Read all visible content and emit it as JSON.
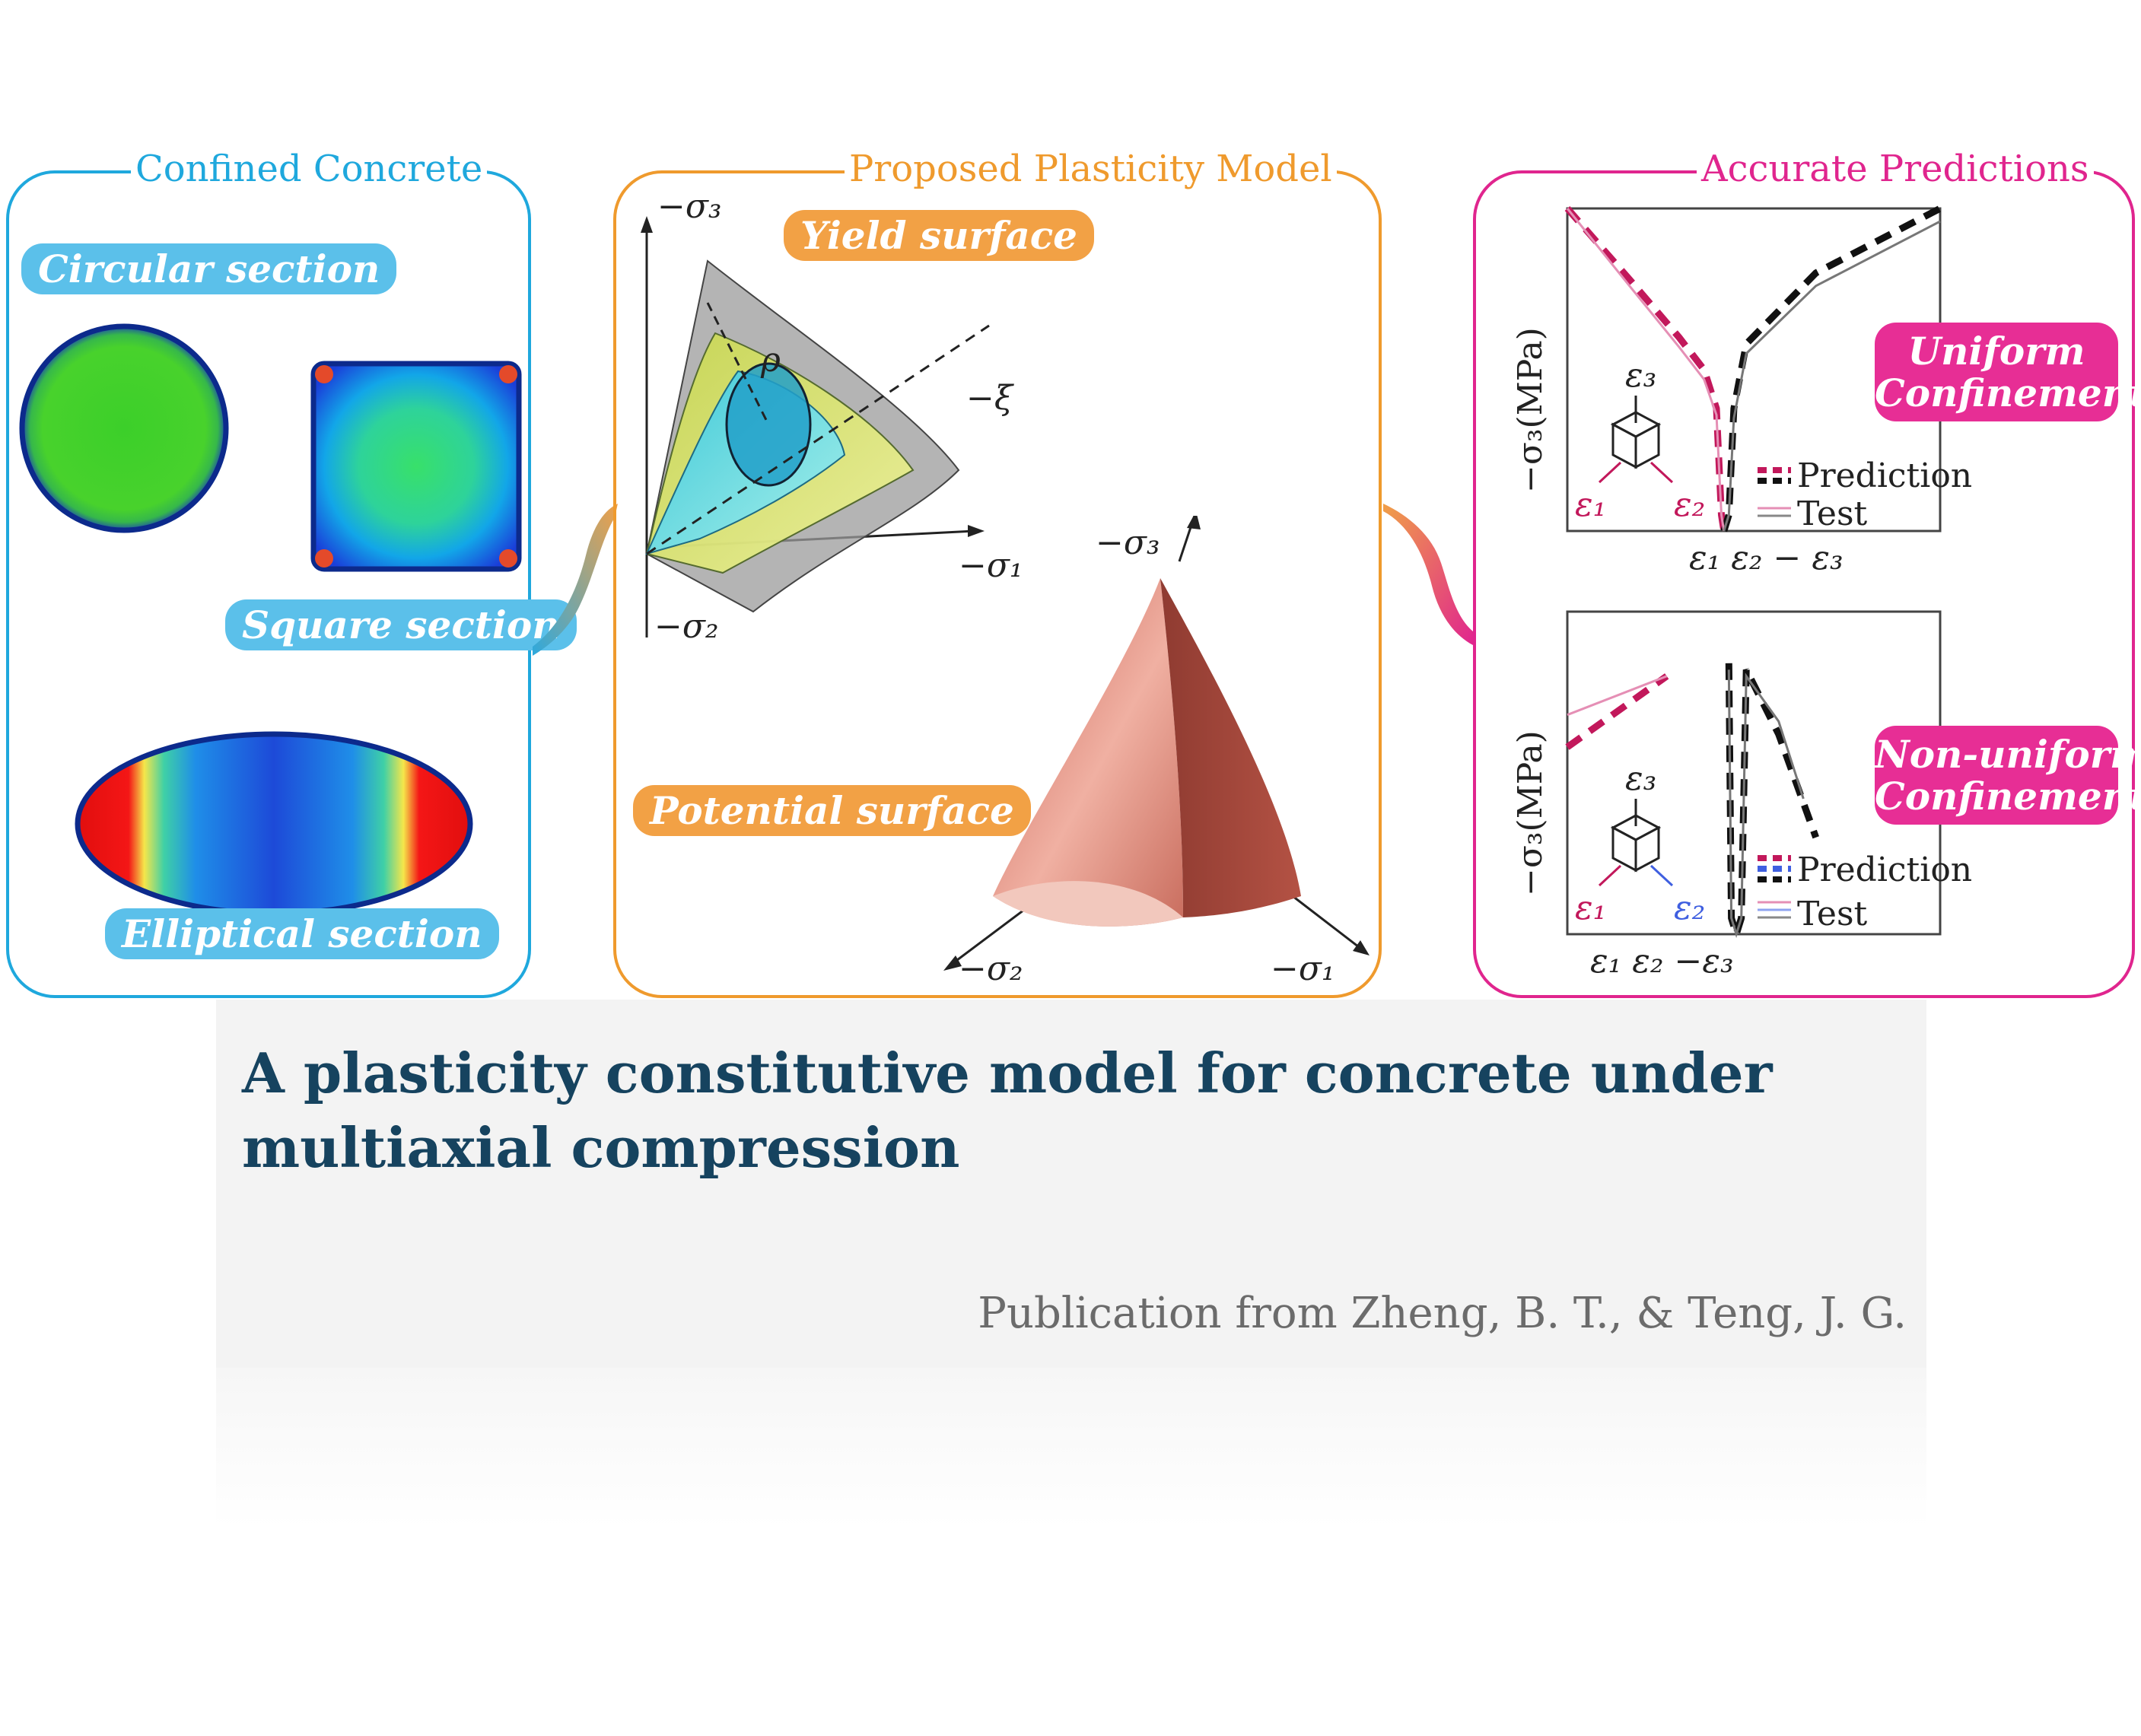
{
  "panels": {
    "left": {
      "title": "Confined Concrete",
      "labels": {
        "circular": "Circular section",
        "square": "Square section",
        "elliptical": "Elliptical section"
      }
    },
    "middle": {
      "title": "Proposed Plasticity Model",
      "labels": {
        "yield": "Yield surface",
        "potential": "Potential surface"
      },
      "axes": {
        "sigma3": "−σ₃",
        "sigma1": "−σ₁",
        "sigma2": "−σ₂",
        "xi": "−ξ",
        "rho": "ρ"
      }
    },
    "right": {
      "title": "Accurate Predictions",
      "badges": {
        "uniform": [
          "Uniform",
          "Confinement"
        ],
        "nonuniform": [
          "Non-uniform",
          "Confinement"
        ]
      },
      "legend": {
        "prediction": "Prediction",
        "test": "Test"
      }
    }
  },
  "chart_data": [
    {
      "type": "line",
      "ylabel": "−σ₃(MPa)",
      "xlabel": "ε₁  ε₂   −   ε₃",
      "series": [
        {
          "name": "Prediction",
          "values": [
            [
              -1.0,
              1.0
            ],
            [
              -0.75,
              0.78
            ],
            [
              -0.55,
              0.6
            ],
            [
              -0.45,
              0.5
            ],
            [
              -0.4,
              0.38
            ],
            [
              -0.38,
              0.05
            ],
            [
              -0.37,
              0.0
            ],
            [
              -0.35,
              0.05
            ],
            [
              -0.33,
              0.38
            ],
            [
              -0.28,
              0.58
            ],
            [
              0.0,
              0.8
            ],
            [
              0.5,
              1.0
            ]
          ]
        },
        {
          "name": "Test",
          "values": [
            [
              -1.0,
              1.0
            ],
            [
              -0.75,
              0.76
            ],
            [
              -0.55,
              0.57
            ],
            [
              -0.45,
              0.47
            ],
            [
              -0.4,
              0.36
            ],
            [
              -0.38,
              0.05
            ],
            [
              -0.37,
              0.0
            ],
            [
              -0.35,
              0.05
            ],
            [
              -0.33,
              0.35
            ],
            [
              -0.28,
              0.55
            ],
            [
              0.0,
              0.76
            ],
            [
              0.5,
              0.96
            ]
          ]
        }
      ],
      "inset_labels": {
        "e1": "ε₁",
        "e2": "ε₂",
        "e3": "ε₃"
      }
    },
    {
      "type": "line",
      "ylabel": "−σ₃(MPa)",
      "xlabel": "ε₁  ε₂        −ε₃",
      "series": [
        {
          "name": "Prediction",
          "values": [
            [
              -1.0,
              0.58
            ],
            [
              -0.6,
              0.8
            ],
            [
              -0.35,
              0.84
            ],
            [
              -0.34,
              0.05
            ],
            [
              -0.32,
              0.0
            ],
            [
              -0.3,
              0.05
            ],
            [
              -0.28,
              0.82
            ],
            [
              -0.15,
              0.62
            ],
            [
              0.0,
              0.3
            ]
          ]
        },
        {
          "name": "Test",
          "values": [
            [
              -1.0,
              0.68
            ],
            [
              -0.6,
              0.8
            ],
            [
              -0.35,
              0.82
            ],
            [
              -0.34,
              0.05
            ],
            [
              -0.32,
              0.0
            ],
            [
              -0.3,
              0.05
            ],
            [
              -0.28,
              0.8
            ],
            [
              -0.15,
              0.66
            ],
            [
              -0.05,
              0.42
            ]
          ]
        }
      ],
      "inset_labels": {
        "e1": "ε₁",
        "e2": "ε₂",
        "e3": "ε₃"
      }
    }
  ],
  "card": {
    "title": "A plasticity constitutive model for concrete under multiaxial compression",
    "credit": "Publication from Zheng, B. T., & Teng, J. G."
  }
}
